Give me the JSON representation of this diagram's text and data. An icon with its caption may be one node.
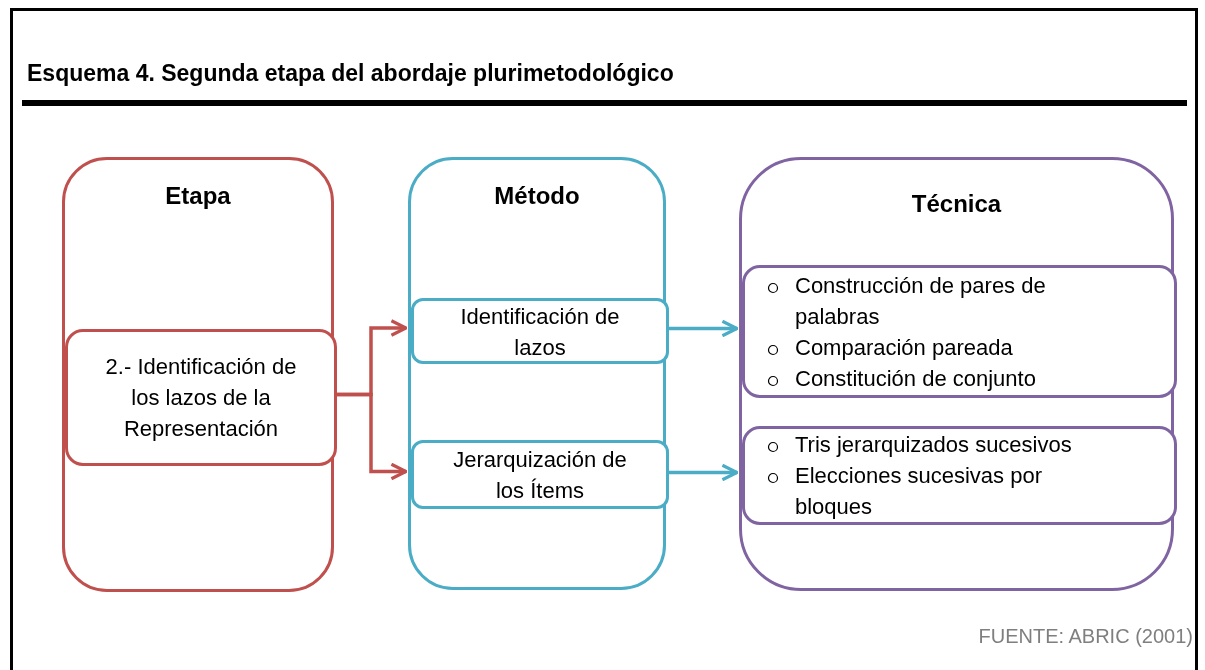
{
  "diagram": {
    "title": "Esquema 4. Segunda etapa del abordaje plurimetodológico",
    "nodes": [
      {
        "text": [
          "Etapa"
        ]
      },
      {
        "text": [
          "2.- Identificación de los lazos de la Representación"
        ],
        "in": 0
      },
      {
        "text": [
          "Método"
        ]
      },
      {
        "text": [
          "Identificación de lazos"
        ],
        "in": 2
      },
      {
        "text": [
          "Jerarquización de los Ítems"
        ],
        "in": 2
      },
      {
        "text": [
          "Técnica"
        ]
      },
      {
        "text": [
          "Construcción de pares de palabras",
          "Comparación pareada",
          "Constitución de conjunto"
        ],
        "in": 5
      },
      {
        "text": [
          "Tris jerarquizados sucesivos",
          "Elecciones sucesivas por bloques"
        ],
        "in": 5
      }
    ],
    "edges": [
      {
        "from": 1,
        "to": 3,
        "arrow": "to",
        "color": "#c0504d"
      },
      {
        "from": 1,
        "to": 4,
        "arrow": "to",
        "color": "#c0504d"
      },
      {
        "from": 3,
        "to": 6,
        "arrow": "to",
        "color": "#4bacc6"
      },
      {
        "from": 4,
        "to": 7,
        "arrow": "to",
        "color": "#4bacc6"
      }
    ],
    "labels": [
      "FUENTE: ABRIC (2001)"
    ]
  }
}
